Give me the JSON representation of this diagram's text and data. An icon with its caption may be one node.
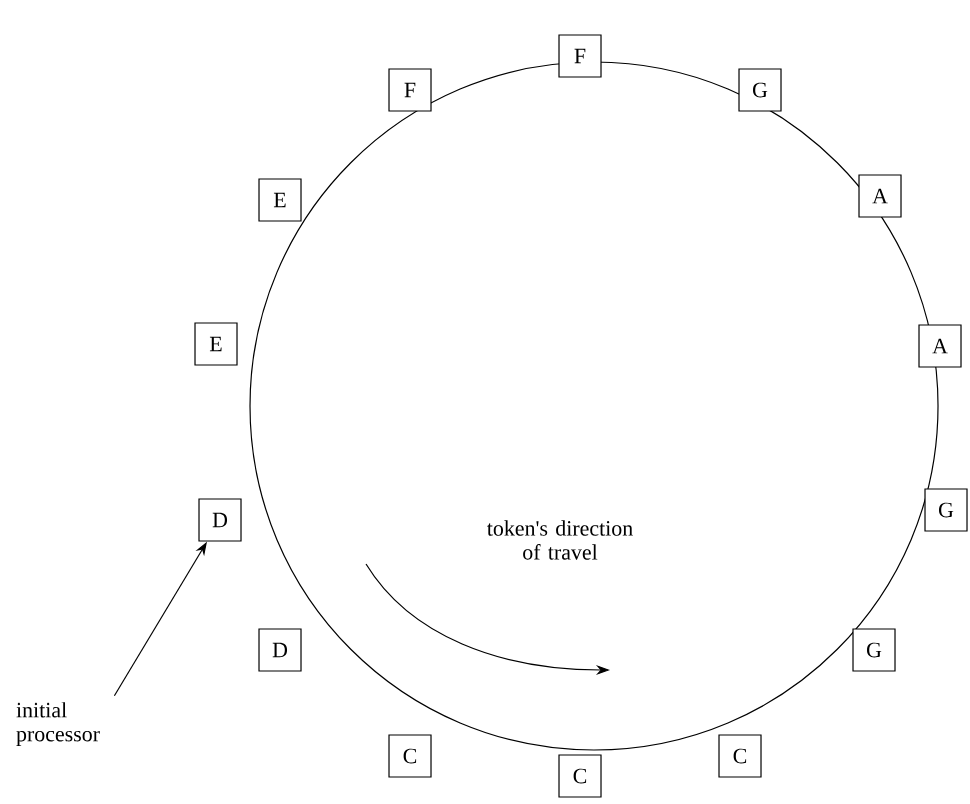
{
  "diagram": {
    "nodes": [
      {
        "text": [
          "F"
        ]
      },
      {
        "text": [
          "F"
        ]
      },
      {
        "text": [
          "G"
        ]
      },
      {
        "text": [
          "E"
        ]
      },
      {
        "text": [
          "A"
        ]
      },
      {
        "text": [
          "E"
        ]
      },
      {
        "text": [
          "A"
        ]
      },
      {
        "text": [
          "G"
        ]
      },
      {
        "text": [
          "D"
        ]
      },
      {
        "text": [
          "D"
        ]
      },
      {
        "text": [
          "G"
        ]
      },
      {
        "text": [
          "C"
        ]
      },
      {
        "text": [
          "C"
        ]
      },
      {
        "text": [
          "C"
        ]
      },
      {
        "text": [
          "initial processor"
        ]
      }
    ],
    "edges": [
      {
        "from": 14,
        "to": 8,
        "arrow": "to"
      }
    ],
    "labels": [
      "token's direction of travel"
    ]
  }
}
